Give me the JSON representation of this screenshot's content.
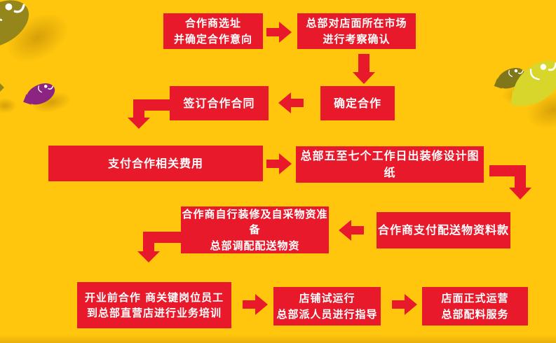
{
  "palette": {
    "background": "#FFC60D",
    "box_red": "#E8192B",
    "text_white": "#FFFFFF",
    "fish_olive": "#94861A",
    "fish_dark_olive": "#80761A",
    "fish_purple": "#8B2581",
    "fish_lime": "#D8D52B"
  },
  "flow": {
    "steps": [
      {
        "lines": [
          "合作商选址",
          "并确定合作意向"
        ]
      },
      {
        "lines": [
          "总部对店面所在市场",
          "进行考察确认"
        ]
      },
      {
        "lines": [
          "确定合作"
        ]
      },
      {
        "lines": [
          "签订合作合同"
        ]
      },
      {
        "lines": [
          "支付合作相关费用"
        ]
      },
      {
        "lines": [
          "总部五至七个工作日出装修设计图纸"
        ]
      },
      {
        "lines": [
          "合作商支付配送物资料款"
        ]
      },
      {
        "lines": [
          "合作商自行装修及自采物资准备",
          "总部调配配送物资"
        ]
      },
      {
        "lines": [
          "开业前合作 商关键岗位员工",
          "到总部直营店进行业务培训"
        ]
      },
      {
        "lines": [
          "店铺试运行",
          "总部派人员进行指导"
        ]
      },
      {
        "lines": [
          "店面正式运营",
          "总部配料服务"
        ]
      }
    ],
    "edges": [
      {
        "from": 1,
        "to": 2,
        "shape": "right"
      },
      {
        "from": 2,
        "to": 3,
        "shape": "down"
      },
      {
        "from": 3,
        "to": 4,
        "shape": "left"
      },
      {
        "from": 4,
        "to": 5,
        "shape": "left-then-down"
      },
      {
        "from": 5,
        "to": 6,
        "shape": "right"
      },
      {
        "from": 6,
        "to": 7,
        "shape": "right-then-down"
      },
      {
        "from": 7,
        "to": 8,
        "shape": "left"
      },
      {
        "from": 8,
        "to": 9,
        "shape": "left-then-down"
      },
      {
        "from": 9,
        "to": 10,
        "shape": "right"
      },
      {
        "from": 10,
        "to": 11,
        "shape": "right"
      }
    ]
  },
  "decorations": {
    "fish": [
      "olive-fish-top-left",
      "purple-fish-left",
      "dark-olive-fish-right",
      "lime-fish-right-edge"
    ]
  }
}
